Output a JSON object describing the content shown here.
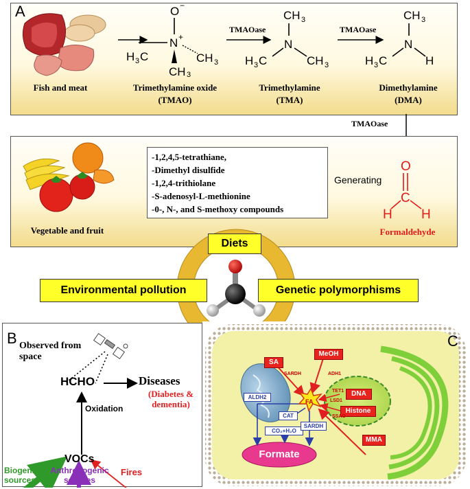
{
  "panel_a": {
    "letter": "A",
    "source1": "Fish and meat",
    "tmao_name": "Trimethylamine oxide",
    "tmao_abbr": "(TMAO)",
    "tma_name": "Trimethylamine",
    "tma_abbr": "(TMA)",
    "dma_name": "Dimethylamine",
    "dma_abbr": "(DMA)",
    "enzyme1": "TMAOase",
    "enzyme2": "TMAOase",
    "enzyme3": "TMAOase",
    "source2": "Vegetable and fruit",
    "compounds": [
      "-1,2,4,5-tetrathiane,",
      "-Dimethyl disulfide",
      "-1,2,4-trithiolane",
      "-S-adenosyl-L-methionine",
      "-0-, N-, and S-methoxy compounds"
    ],
    "generating": "Generating",
    "formaldehyde": "Formaldehyde"
  },
  "center": {
    "diets": "Diets",
    "environmental": "Environmental pollution",
    "genetic": "Genetic polymorphisms",
    "fa": "FA"
  },
  "panel_b": {
    "letter": "B",
    "observed": "Observed from space",
    "hcho": "HCHO",
    "diseases": "Diseases",
    "diseases_detail": "(Diabetes & dementia)",
    "oxidation": "Oxidation",
    "vocs": "VOCs",
    "biogenic": "Biogenic sources",
    "anthropogenic": "Anthropogenic sources",
    "fires": "Fires"
  },
  "panel_c": {
    "letter": "C",
    "sa": "SA",
    "meoh": "MeOH",
    "sardh_top": "SARDH",
    "adh1": "ADH1",
    "aldh2": "ALDH2",
    "fa": "FA",
    "tet1": "TET1",
    "lsd1": "LSD1",
    "dna": "DNA",
    "histone": "Histone",
    "ssao": "SSAO",
    "cat": "CAT",
    "co2h2o": "CO₂+H₂O",
    "sardh_bottom": "SARDH",
    "mma": "MMA",
    "formate": "Formate"
  },
  "colors": {
    "panel_gold": "#f3dc8c",
    "ring_gold": "#e8b830",
    "yellow_label": "#ffff2a",
    "formaldehyde_red": "#e21a1a",
    "biogenic_green": "#2f9a2a",
    "anthropogenic_purple": "#8a2fb8",
    "fires_red": "#e02020",
    "cell_fill": "#f3f1a8",
    "formate_pink": "#e8398f",
    "label_red": "#e8221c",
    "enzyme_blue": "#2a3ea8"
  }
}
